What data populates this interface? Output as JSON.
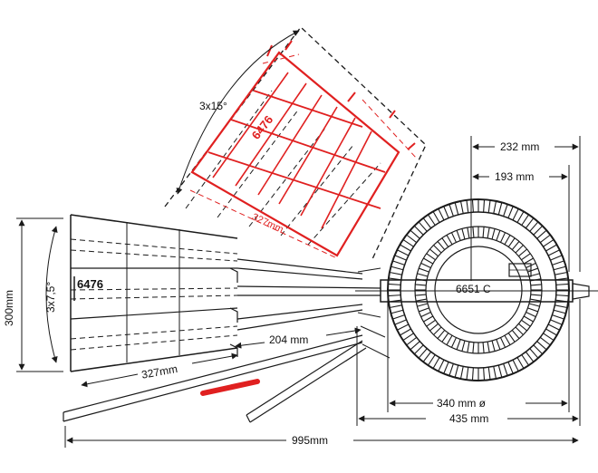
{
  "labels": {
    "angle_top": "3x15°",
    "angle_left": "3x7,5°",
    "dim_232": "232 mm",
    "dim_193": "193 mm",
    "dim_300": "300mm",
    "dim_204": "204 mm",
    "dim_327_bottom": "327mm",
    "dim_327_red": "327mm",
    "dim_340": "340 mm ø",
    "dim_435": "435 mm",
    "dim_995": "995mm",
    "part_left": "6476",
    "part_red": "6476",
    "part_ring": "6651 C"
  },
  "colors": {
    "ink": "#1a1a1a",
    "annotation": "#e02020",
    "background": "#ffffff"
  }
}
